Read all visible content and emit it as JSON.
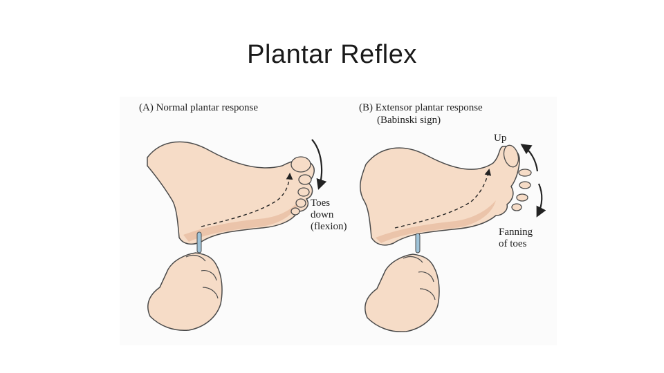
{
  "slide": {
    "title": "Plantar Reflex"
  },
  "colors": {
    "skin": "#f6dcc7",
    "skin_shadow": "#e9bea3",
    "outline": "#4a4a4a",
    "instrument": "#9fc3d8"
  },
  "panels": [
    {
      "title": "(A) Normal plantar response",
      "annotations": [
        "Toes",
        "down",
        "(flexion)"
      ]
    },
    {
      "title_line1": "(B) Extensor plantar response",
      "title_line2": "(Babinski sign)",
      "annotations": [
        "Up",
        "Fanning",
        "of toes"
      ]
    }
  ]
}
